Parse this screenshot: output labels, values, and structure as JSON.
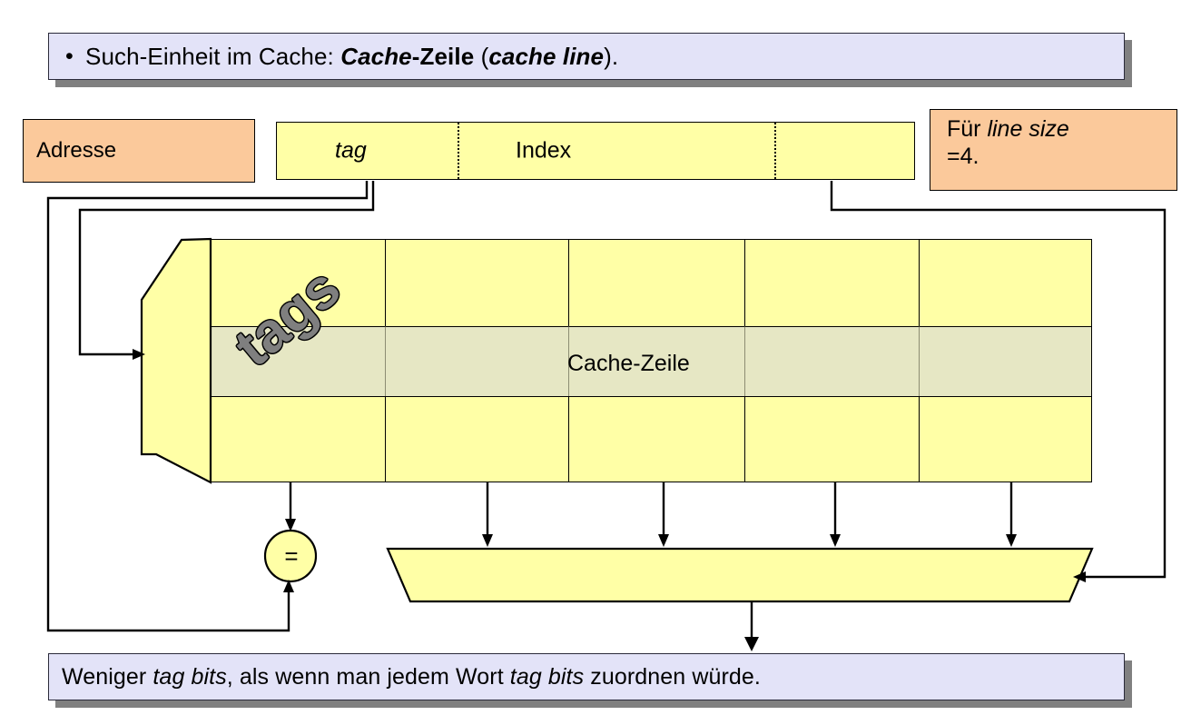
{
  "slide": {
    "top_banner": {
      "bullet": "•",
      "text_before": "Such-Einheit im Cache: ",
      "bold_italic_1": "Cache",
      "bold_1": "-Zeile",
      "text_mid": " (",
      "bold_italic_2": "cache line",
      "text_after": ")."
    },
    "bottom_banner": {
      "text_1": "Weniger ",
      "italic_1": "tag bits",
      "text_2": ", als wenn man jedem Wort ",
      "italic_2": "tag bits",
      "text_3": " zuordnen würde."
    }
  },
  "address": {
    "box_label": "Adresse",
    "field_tag": "tag",
    "field_index": "Index",
    "field_offset": ""
  },
  "note": {
    "text_1": "Für ",
    "italic_1": "line size",
    "text_2": "=4."
  },
  "cache": {
    "row_label": "Cache-Zeile",
    "tags_label": "tags",
    "comparator_symbol": "=",
    "columns": 5,
    "rows": 3,
    "highlighted_row_index": 1
  },
  "colors": {
    "banner_fill": "#e3e3f8",
    "banner_shadow": "#808080",
    "peach_fill": "#fbc99b",
    "yellow_fill": "#ffffa6",
    "highlight_fill": "#e6e7c4",
    "stroke": "#000000",
    "tags_text": "#7f7f7f"
  },
  "icons": {
    "decoder": "decoder-shape",
    "mux": "mux-trapezoid",
    "comparator": "comparator-circle"
  }
}
